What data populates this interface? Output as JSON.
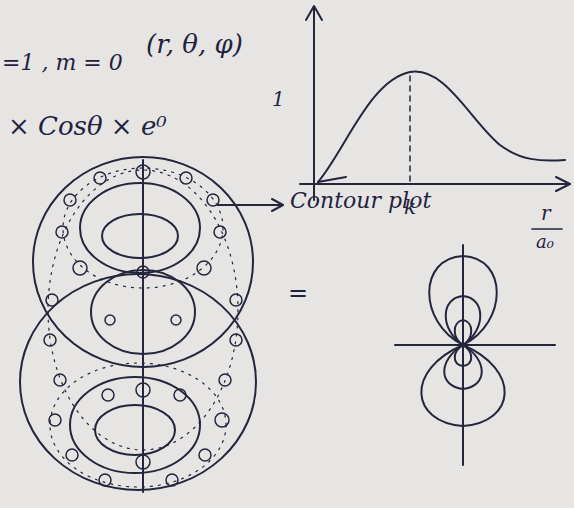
{
  "diagram": {
    "labels": [
      "=1 , m = 0",
      "(r, θ, φ)",
      "× Cosθ × e⁰",
      "1",
      "k",
      "r",
      "a₀",
      "Contour plot",
      "="
    ]
  }
}
